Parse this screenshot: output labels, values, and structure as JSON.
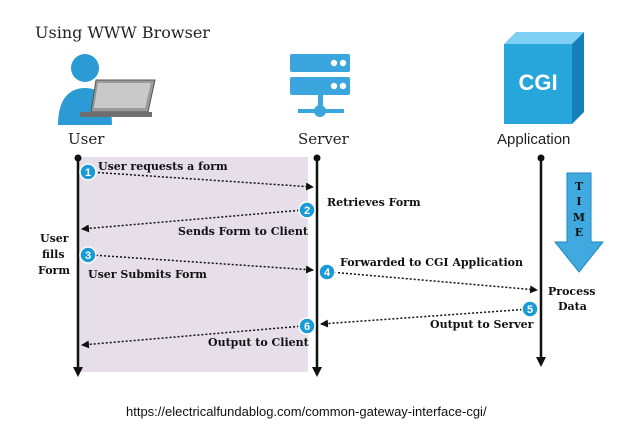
{
  "header": {
    "title": "Using WWW Browser"
  },
  "actors": {
    "user": "User",
    "server": "Server",
    "application": "Application",
    "cgi_box": "CGI"
  },
  "side_notes": {
    "user_fills": [
      "User",
      "fills",
      "Form"
    ],
    "process_data": [
      "Process",
      "Data"
    ],
    "time": [
      "T",
      "I",
      "M",
      "E"
    ]
  },
  "steps": [
    {
      "num": "1",
      "label": "User requests a form"
    },
    {
      "num": "2",
      "label": "Retrieves Form"
    },
    {
      "num": "2",
      "label": "Sends Form to Client"
    },
    {
      "num": "3",
      "label": "User Submits Form"
    },
    {
      "num": "4",
      "label": "Forwarded to CGI Application"
    },
    {
      "num": "5",
      "label": "Output to Server"
    },
    {
      "num": "6",
      "label": "Output to Client"
    }
  ],
  "footer": {
    "url": "https://electricalfundablog.com/common-gateway-interface-cgi/"
  },
  "colors": {
    "badge": "#1a9ad6",
    "shade": "#e6dfea",
    "time_arrow": "#3fa9e0",
    "cgi_front": "#27a6dc",
    "cgi_side": "#1380b8",
    "cgi_top": "#7fd0f2",
    "server_blue": "#3ba5dd"
  }
}
